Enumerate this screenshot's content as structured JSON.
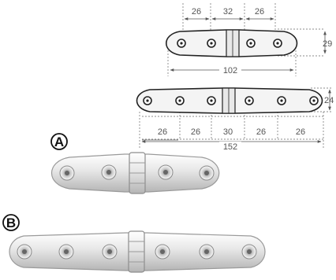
{
  "drawing_small": {
    "dims_top": [
      "26",
      "32",
      "26"
    ],
    "overall_length": "102",
    "height": "29"
  },
  "drawing_large": {
    "dims_bottom": [
      "26",
      "26",
      "30",
      "26",
      "26"
    ],
    "overall_length": "152",
    "height": "24"
  },
  "products": [
    {
      "marker": "A"
    },
    {
      "marker": "B"
    }
  ],
  "colors": {
    "dimension_line": "#555555",
    "hinge_outline": "#222222",
    "metal_light": "#f2f2f2",
    "metal_dark": "#a8a8a8"
  }
}
